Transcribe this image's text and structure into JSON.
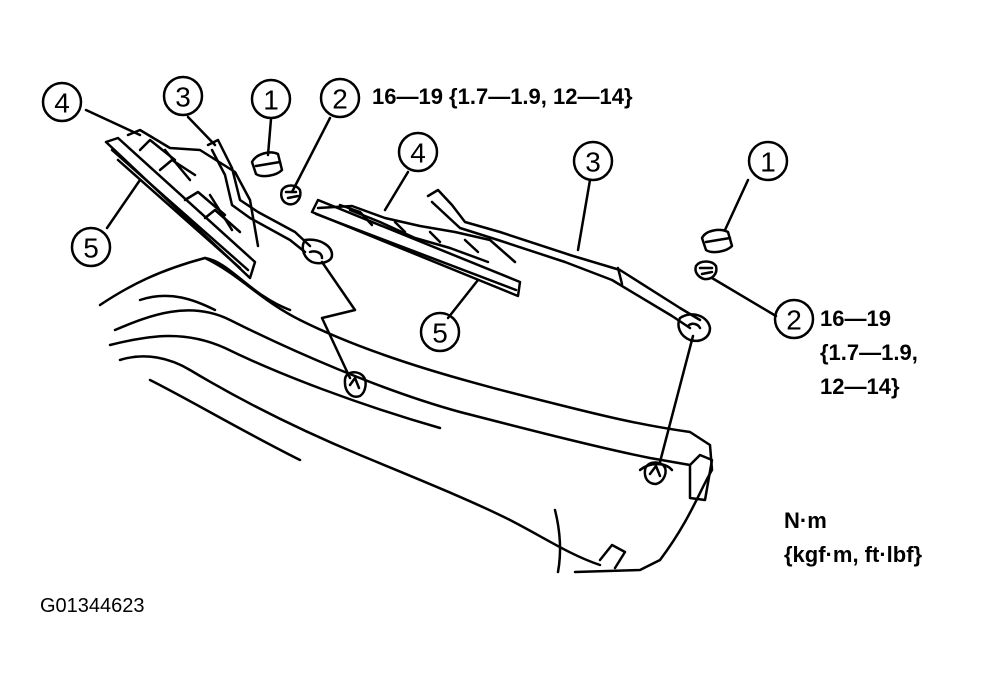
{
  "callouts": {
    "c1_left": "1",
    "c2_left": "2",
    "c3_left": "3",
    "c4_left": "4",
    "c5_left": "5",
    "c1_right": "1",
    "c2_right": "2",
    "c3_right": "3",
    "c4_right": "4",
    "c5_right": "5"
  },
  "torque": {
    "top_spec": "16—19 {1.7—1.9, 12—14}",
    "right_line1": "16—19",
    "right_line2": "{1.7—1.9,",
    "right_line3": "12—14}"
  },
  "units": {
    "line1": "N·m",
    "line2": "{kgf·m, ft·lbf}"
  },
  "figure_code": "G01344623"
}
